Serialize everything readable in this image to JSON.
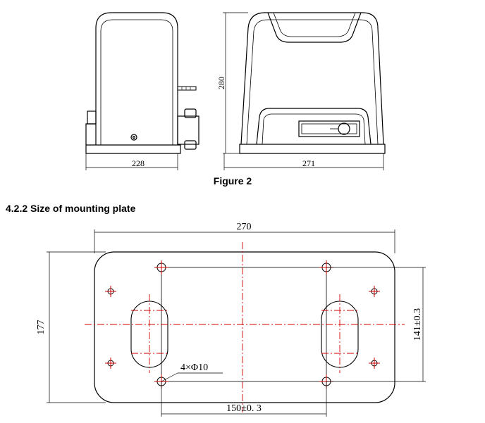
{
  "figure2": {
    "caption": "Figure 2",
    "dims": {
      "side_width": "228",
      "front_width": "271",
      "height": "280"
    }
  },
  "section": {
    "heading": "4.2.2 Size of mounting plate"
  },
  "plate": {
    "dims": {
      "overall_width": "270",
      "overall_height": "177",
      "hole_spacing_h": "150±0. 3",
      "hole_spacing_v": "141±0.3",
      "hole_note": "4×Φ10"
    }
  }
}
